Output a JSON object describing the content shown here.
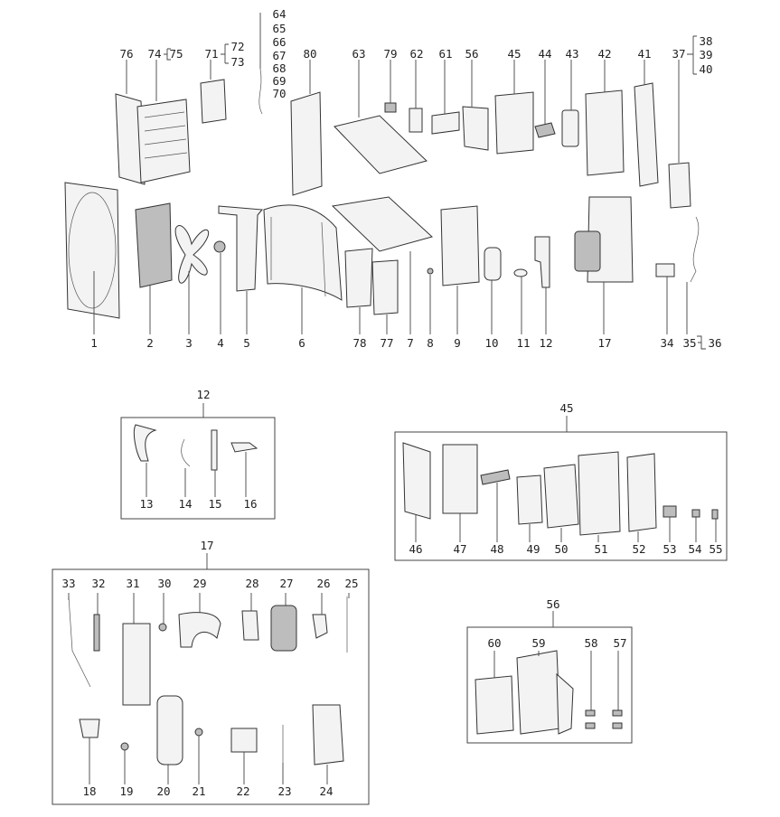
{
  "main_view": {
    "bottom_labels": [
      "1",
      "2",
      "3",
      "4",
      "5",
      "6",
      "78",
      "77",
      "7",
      "8",
      "9",
      "10",
      "11",
      "12",
      "17",
      "34",
      "35",
      "36"
    ],
    "top_labels": [
      "76",
      "74",
      "75",
      "71",
      "72",
      "73",
      "64",
      "65",
      "66",
      "67",
      "68",
      "69",
      "70",
      "80",
      "63",
      "79",
      "62",
      "61",
      "56",
      "45",
      "44",
      "43",
      "42",
      "41",
      "37",
      "38",
      "39",
      "40"
    ]
  },
  "groups": [
    {
      "title": "12",
      "items": [
        "13",
        "14",
        "15",
        "16"
      ]
    },
    {
      "title": "45",
      "items": [
        "46",
        "47",
        "48",
        "49",
        "50",
        "51",
        "52",
        "53",
        "54",
        "55"
      ]
    },
    {
      "title": "17",
      "items": [
        "33",
        "32",
        "31",
        "30",
        "29",
        "28",
        "27",
        "26",
        "25",
        "18",
        "19",
        "20",
        "21",
        "22",
        "23",
        "24"
      ]
    },
    {
      "title": "56",
      "items": [
        "60",
        "59",
        "58",
        "57"
      ]
    }
  ]
}
